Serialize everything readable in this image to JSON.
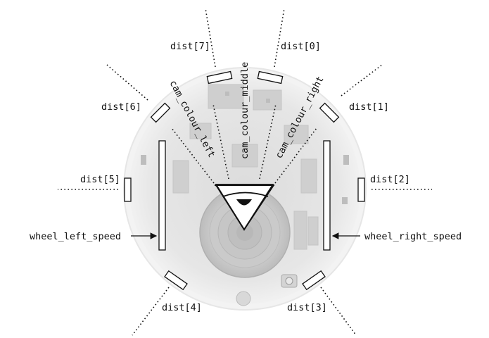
{
  "sensors": [
    {
      "id": "dist0",
      "label": "dist[0]"
    },
    {
      "id": "dist1",
      "label": "dist[1]"
    },
    {
      "id": "dist2",
      "label": "dist[2]"
    },
    {
      "id": "dist3",
      "label": "dist[3]"
    },
    {
      "id": "dist4",
      "label": "dist[4]"
    },
    {
      "id": "dist5",
      "label": "dist[5]"
    },
    {
      "id": "dist6",
      "label": "dist[6]"
    },
    {
      "id": "dist7",
      "label": "dist[7]"
    }
  ],
  "camera": {
    "left": "cam_colour_left",
    "middle": "cam_colour_middle",
    "right": "cam_colour_right"
  },
  "wheels": {
    "left": "wheel_left_speed",
    "right": "wheel_right_speed"
  }
}
